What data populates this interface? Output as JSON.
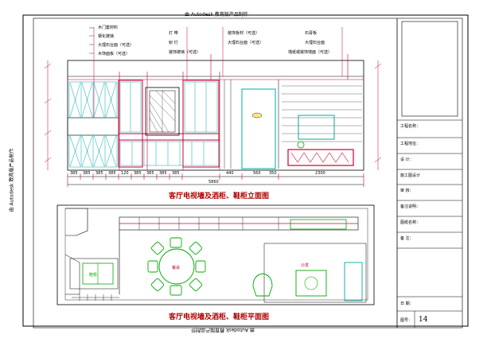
{
  "watermark": "由 Autodesk 教育版产品制作",
  "titles": {
    "elevation": "客厅电视墙及酒柜、鞋柜立面图",
    "plan": "客厅电视墙及酒柜、鞋柜平面图"
  },
  "callouts_left": [
    "木门套材料",
    "钢化玻璃",
    "大理石台面（可选）",
    "木饰面板（可选）"
  ],
  "callouts_mid_left": [
    "灯 带",
    "射 灯",
    "装饰玻璃（可选）"
  ],
  "callouts_mid_right": [
    "装饰板材（可选）",
    "大理石台面（可选）"
  ],
  "callouts_right": [
    "石膏板",
    "大理石台面",
    "墙纸或装饰墙面（可选）"
  ],
  "dims_bottom": [
    "385",
    "385",
    "385",
    "385",
    "120",
    "385",
    "385",
    "385",
    "385",
    "440",
    "560",
    "350",
    "2300"
  ],
  "dim_total": "5860",
  "plan_labels": {
    "table_text": "餐桌",
    "cabinet_text": "鞋柜",
    "sofa_text": "沙发"
  },
  "title_block": {
    "rows": [
      {
        "label": "工程名称：",
        "value": ""
      },
      {
        "label": "工程地址：",
        "value": ""
      },
      {
        "label": "设 计：",
        "value": ""
      },
      {
        "label": "施工图设计",
        "value": ""
      },
      {
        "label": "审 核：",
        "value": ""
      },
      {
        "label": "备注说明：",
        "value": ""
      },
      {
        "label": "图纸名称：",
        "value": ""
      },
      {
        "label": "备 注：",
        "value": ""
      },
      {
        "label": "日 期：",
        "value": ""
      }
    ],
    "sheet_label": "图号：",
    "sheet_no": "14"
  },
  "colors": {
    "frame": "#000000",
    "cabinet": "#cc0033",
    "glass": "#00aaaa",
    "title": "#b00000",
    "plant": "#00aa00"
  }
}
